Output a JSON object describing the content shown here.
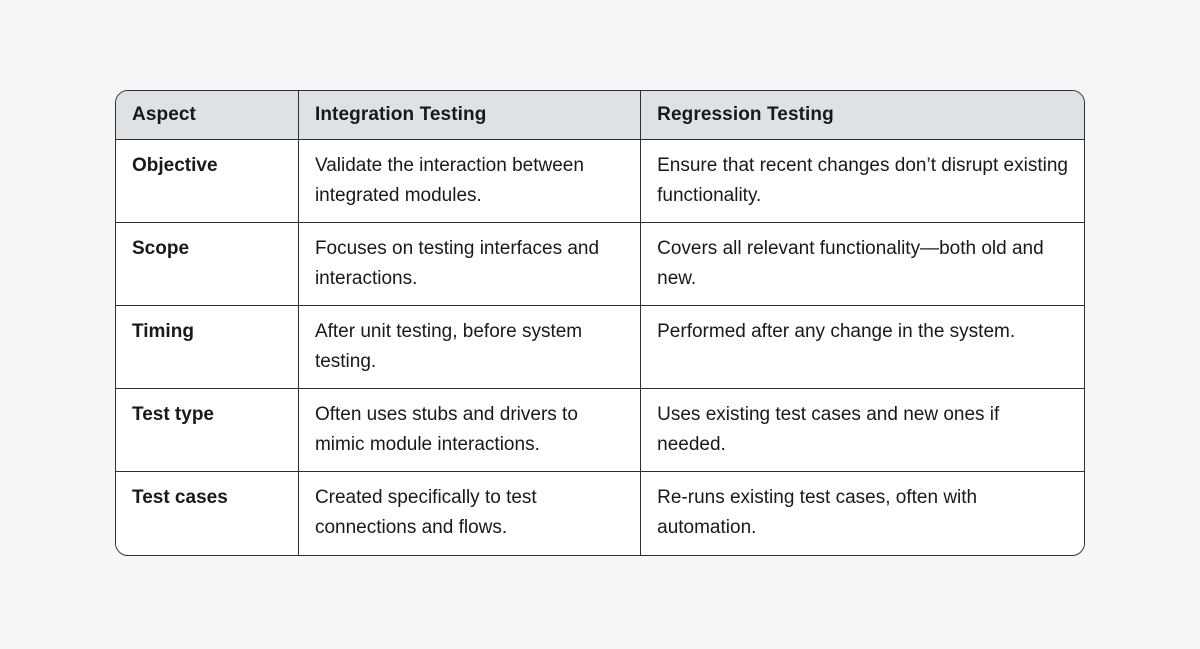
{
  "page": {
    "background_color": "#f5f6f7",
    "header_bg_color": "#dfe2e5",
    "border_color": "#2c2f33",
    "cell_bg_color": "#ffffff",
    "text_color": "#17191d"
  },
  "table": {
    "headers": {
      "aspect": "Aspect",
      "integration": "Integration Testing",
      "regression": "Regression Testing"
    },
    "rows": [
      {
        "aspect": "Objective",
        "integration": "Validate the interaction between integrated modules.",
        "regression": "Ensure that recent changes don’t disrupt existing functionality."
      },
      {
        "aspect": "Scope",
        "integration": "Focuses on testing interfaces and interactions.",
        "regression": "Covers all relevant functionality—both old and new."
      },
      {
        "aspect": "Timing",
        "integration": "After unit testing, before system testing.",
        "regression": "Performed after any change in the system."
      },
      {
        "aspect": "Test type",
        "integration": "Often uses stubs and drivers to mimic module interactions.",
        "regression": "Uses existing test cases and new ones if needed."
      },
      {
        "aspect": "Test cases",
        "integration": "Created specifically to test connections and flows.",
        "regression": "Re-runs existing test cases, often with automation."
      }
    ]
  }
}
